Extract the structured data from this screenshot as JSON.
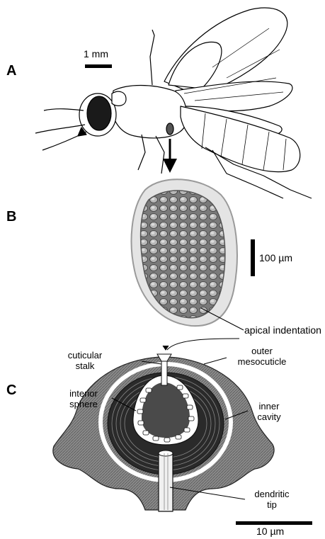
{
  "panels": {
    "a": "A",
    "b": "B",
    "c": "C"
  },
  "scale_bars": {
    "a": "1 mm",
    "b": "100 µm",
    "c": "10 µm"
  },
  "labels": {
    "apical_indentation": "apical indentation",
    "cuticular_stalk": [
      "cuticular",
      "stalk"
    ],
    "outer_mesocuticle": [
      "outer",
      "mesocuticle"
    ],
    "interior_sphere": [
      "interior",
      "sphere"
    ],
    "inner_cavity": [
      "inner",
      "cavity"
    ],
    "dendritic_tip": [
      "dendritic",
      "tip"
    ]
  }
}
